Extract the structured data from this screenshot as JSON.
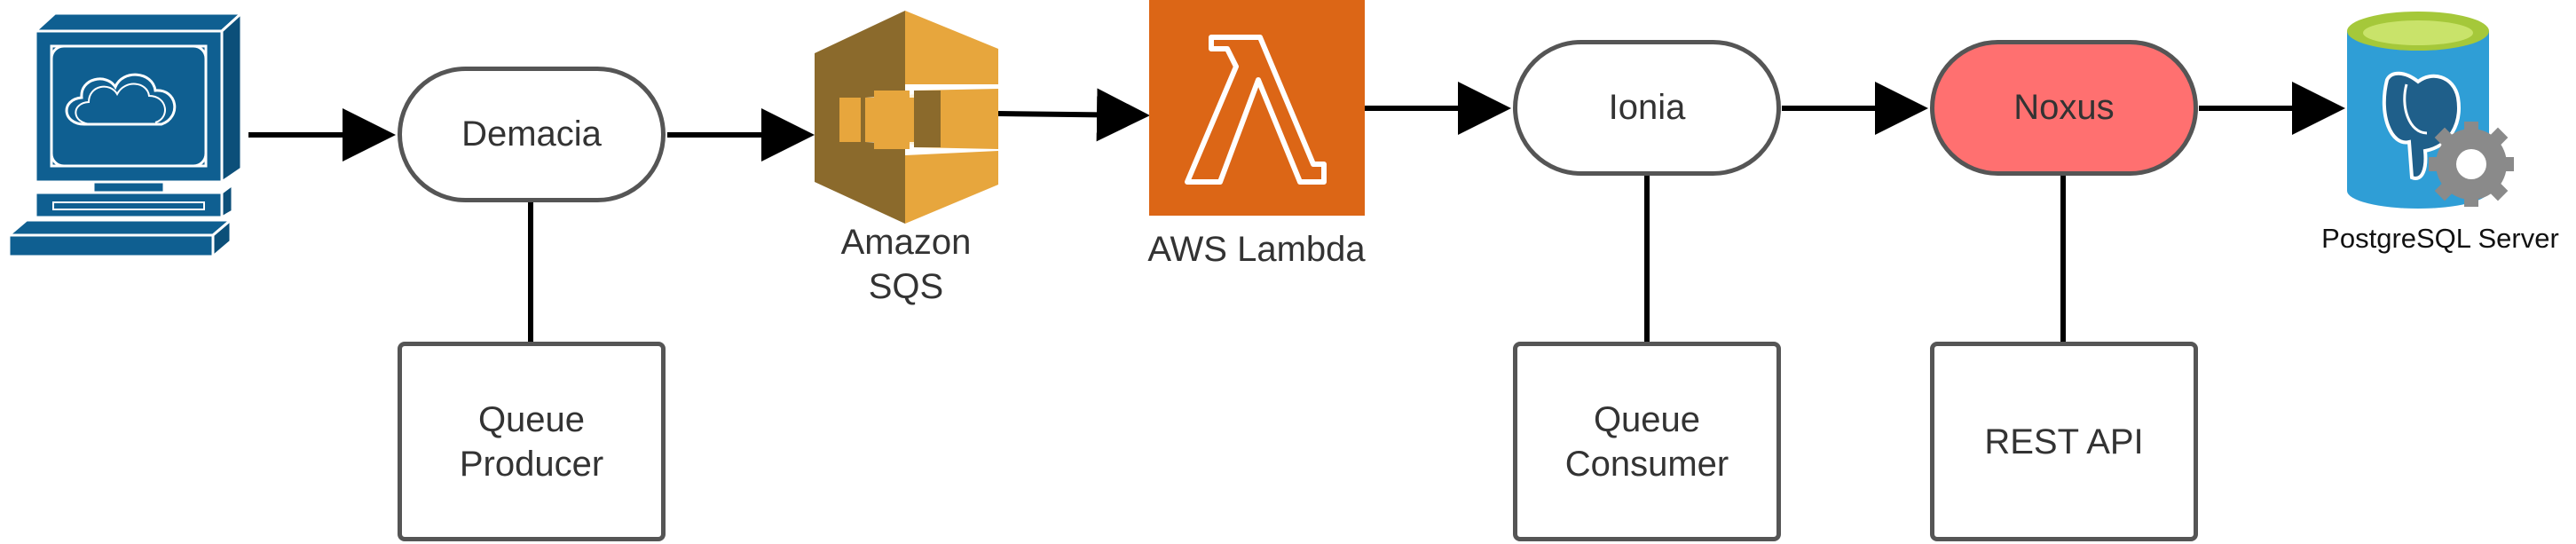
{
  "nodes": {
    "demacia": "Demacia",
    "ionia": "Ionia",
    "noxus": "Noxus"
  },
  "boxes": {
    "queue_producer": [
      "Queue",
      "Producer"
    ],
    "queue_consumer": [
      "Queue",
      "Consumer"
    ],
    "rest_api": "REST API"
  },
  "services": {
    "sqs": [
      "Amazon",
      "SQS"
    ],
    "lambda": "AWS Lambda",
    "postgres": "PostgreSQL Server"
  },
  "icons": {
    "client": "computer-icon",
    "sqs": "amazon-sqs-icon",
    "lambda": "aws-lambda-icon",
    "postgres": "postgresql-database-icon"
  },
  "colors": {
    "computer_blue": "#0f5f91",
    "sqs_gold": "#e7a63d",
    "sqs_dark": "#8b6a2c",
    "lambda_orange": "#dc6616",
    "noxus_red": "#ff7070",
    "db_blue": "#2f9ed6",
    "db_green": "#a5c83a",
    "border_gray": "#555555"
  }
}
